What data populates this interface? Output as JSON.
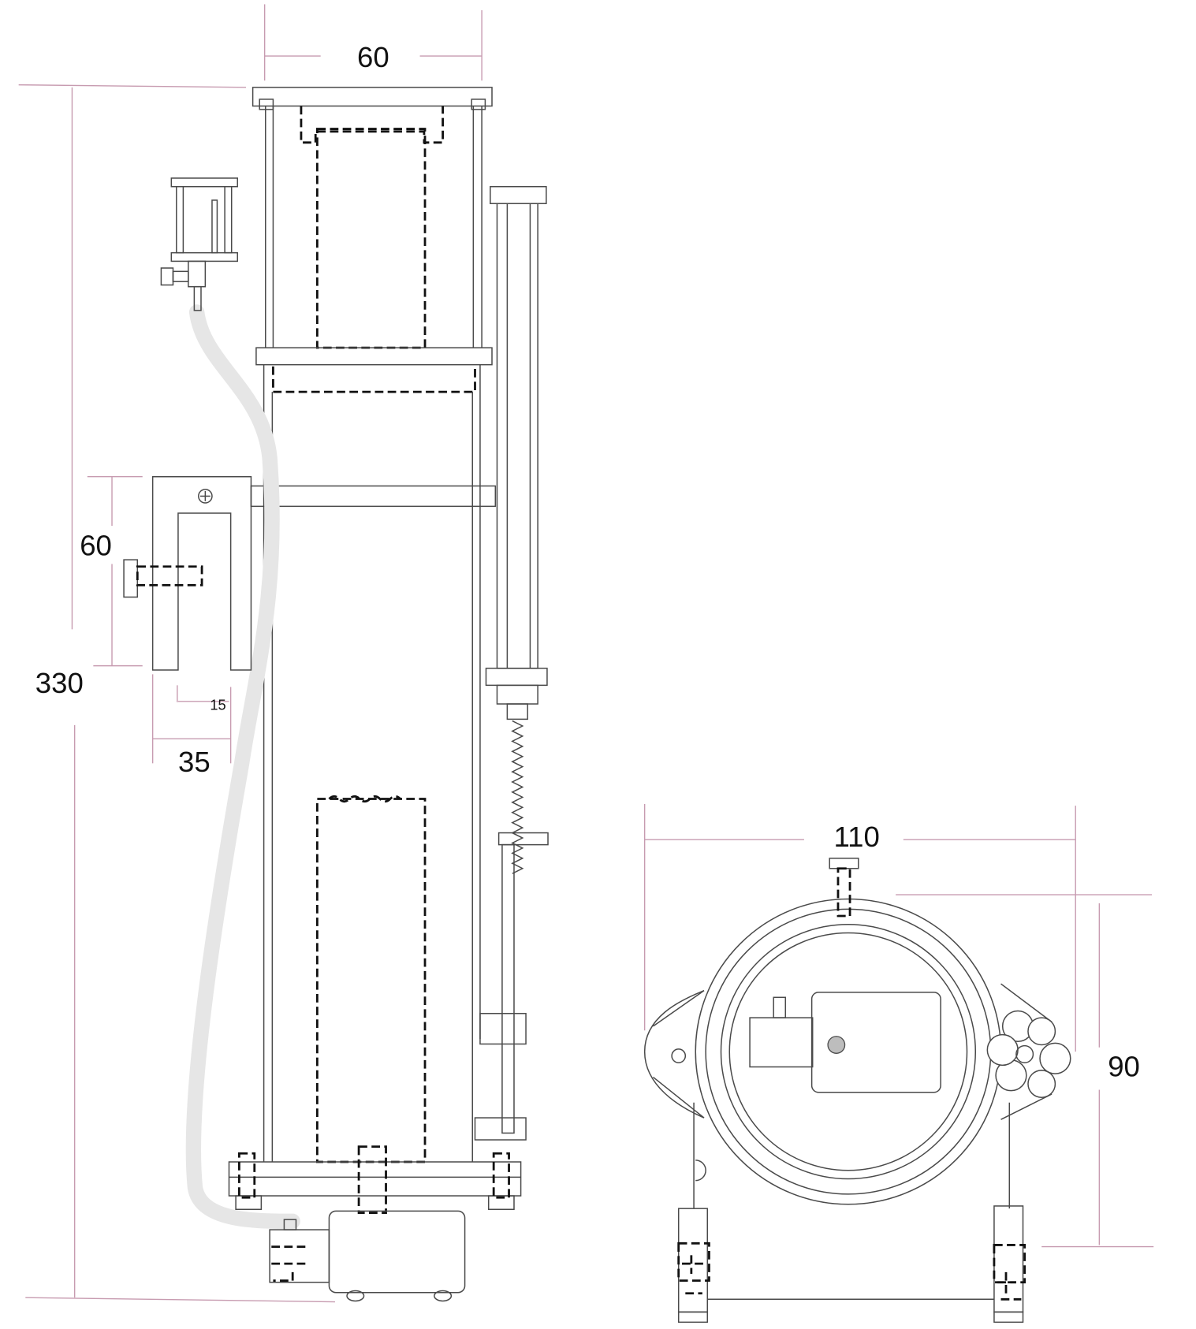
{
  "dimensions": {
    "top_width": "60",
    "total_height": "330",
    "bracket_height": "60",
    "bracket_depth": "35",
    "bracket_gap": "15",
    "base_width": "110",
    "base_height": "90"
  },
  "colors": {
    "dimension_line": "#c79bb0",
    "outline": "#4a4a4a",
    "hidden_line": "#111111",
    "tube": "#e6e6e6"
  }
}
